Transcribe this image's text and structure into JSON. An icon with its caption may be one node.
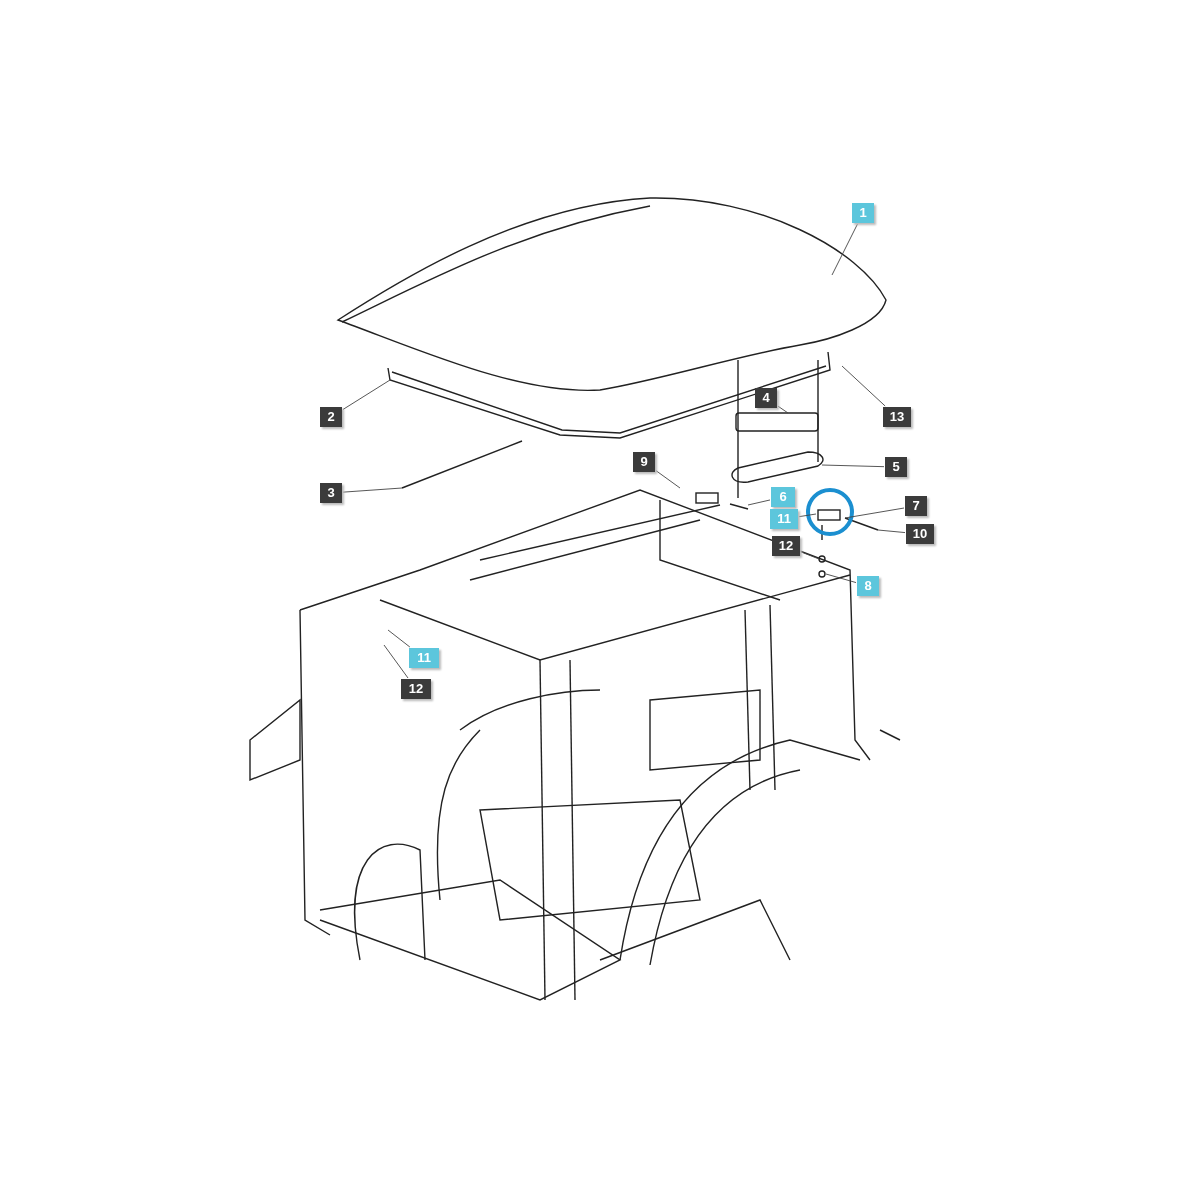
{
  "diagram": {
    "nodes": [
      {
        "text": [
          "1"
        ]
      },
      {
        "text": [
          "2"
        ]
      },
      {
        "text": [
          "3"
        ]
      },
      {
        "text": [
          "4"
        ]
      },
      {
        "text": [
          "5"
        ]
      },
      {
        "text": [
          "6"
        ]
      },
      {
        "text": [
          "7"
        ]
      },
      {
        "text": [
          "8"
        ]
      },
      {
        "text": [
          "9"
        ]
      },
      {
        "text": [
          "10"
        ]
      },
      {
        "text": [
          "11"
        ]
      },
      {
        "text": [
          "12"
        ]
      },
      {
        "text": [
          "13"
        ]
      },
      {
        "text": [
          "11"
        ]
      },
      {
        "text": [
          "12"
        ]
      }
    ],
    "edges": [
      {
        "from": 0,
        "to": null,
        "arrow": "none"
      },
      {
        "from": 1,
        "to": null,
        "arrow": "none"
      },
      {
        "from": 2,
        "to": null,
        "arrow": "none"
      },
      {
        "from": 3,
        "to": null,
        "arrow": "none"
      },
      {
        "from": 4,
        "to": null,
        "arrow": "none"
      },
      {
        "from": 5,
        "to": null,
        "arrow": "none"
      },
      {
        "from": 6,
        "to": null,
        "arrow": "none"
      },
      {
        "from": 7,
        "to": null,
        "arrow": "none"
      },
      {
        "from": 8,
        "to": null,
        "arrow": "none"
      },
      {
        "from": 9,
        "to": null,
        "arrow": "none"
      },
      {
        "from": 10,
        "to": null,
        "arrow": "none"
      },
      {
        "from": 11,
        "to": null,
        "arrow": "none"
      },
      {
        "from": 12,
        "to": null,
        "arrow": "none"
      },
      {
        "from": 13,
        "to": null,
        "arrow": "none"
      },
      {
        "from": 14,
        "to": null,
        "arrow": "none"
      }
    ]
  }
}
